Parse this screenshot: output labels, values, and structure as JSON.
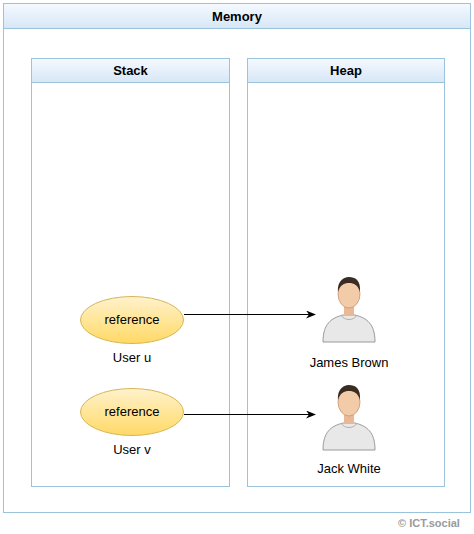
{
  "diagram": {
    "nodes": [
      {
        "text": [
          "Memory"
        ]
      },
      {
        "text": [
          "Stack"
        ],
        "in": 0
      },
      {
        "text": [
          "Heap"
        ],
        "in": 0
      },
      {
        "text": [
          "reference",
          "User u"
        ],
        "in": 1
      },
      {
        "text": [
          "reference",
          "User v"
        ],
        "in": 1
      },
      {
        "text": [
          "James Brown"
        ],
        "in": 2
      },
      {
        "text": [
          "Jack White"
        ],
        "in": 2
      }
    ],
    "edges": [
      {
        "from": 3,
        "to": 5,
        "arrow": "to"
      },
      {
        "from": 4,
        "to": 6,
        "arrow": "to"
      }
    ],
    "labels": [
      "© ICT.social"
    ]
  }
}
